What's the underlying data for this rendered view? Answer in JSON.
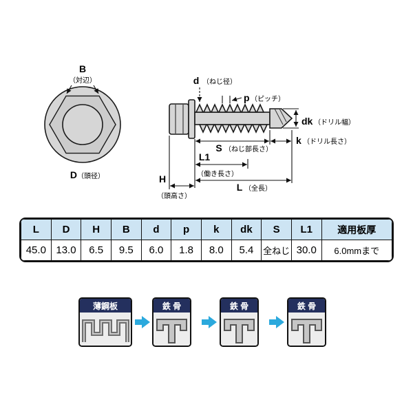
{
  "front_view": {
    "b_label": "B",
    "b_sub": "（対辺）",
    "d_label": "D",
    "d_sub": "（頭径）"
  },
  "side_view": {
    "d_label": "d",
    "d_sub": "（ねじ径）",
    "p_label": "p",
    "p_sub": "（ピッチ）",
    "dk_label": "dk",
    "dk_sub": "（ドリル幅）",
    "k_label": "k",
    "k_sub": "（ドリル長さ）",
    "s_label": "S",
    "s_sub": "（ねじ部長さ）",
    "l1_label": "L1",
    "l1_sub": "（働き長さ）",
    "l_label": "L",
    "l_sub": "（全長）",
    "h_label": "H",
    "h_sub": "（頭高さ）"
  },
  "spec_table": {
    "headers": [
      "L",
      "D",
      "H",
      "B",
      "d",
      "p",
      "k",
      "dk",
      "S",
      "L1",
      "適用板厚"
    ],
    "values": [
      "45.0",
      "13.0",
      "6.5",
      "9.5",
      "6.0",
      "1.8",
      "8.0",
      "5.4",
      "全ねじ",
      "30.0",
      "6.0mmまで"
    ]
  },
  "applications": {
    "arrow_icon": "right-arrow",
    "items": [
      {
        "label": "薄鋼板",
        "icon": "corrugated-sheet-profile"
      },
      {
        "label": "鉄 骨",
        "icon": "steel-beam-profile"
      },
      {
        "label": "鉄 骨",
        "icon": "steel-beam-profile"
      },
      {
        "label": "鉄 骨",
        "icon": "steel-beam-profile"
      }
    ]
  },
  "colors": {
    "table_header_bg": "#cde4f3",
    "icon_header_bg": "#24305e",
    "arrow_blue": "#2ba9dd",
    "metal_gray": "#d6d6d6"
  }
}
